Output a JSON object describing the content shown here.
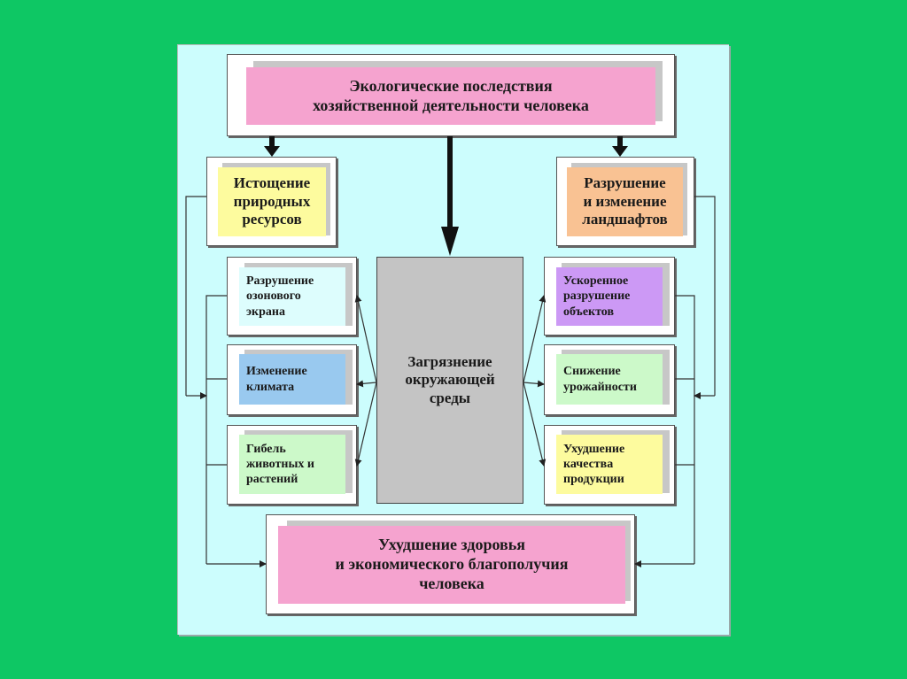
{
  "colors": {
    "background": "#0ec764",
    "panel": "#ccfdfd",
    "pink": "#f5a3cf",
    "yellow": "#fdfb9e",
    "orange": "#f9c293",
    "light_cyan": "#ddfdfd",
    "blue": "#99c9ef",
    "light_green": "#ccf9c9",
    "purple": "#cc99f5",
    "gray": "#c4c4c4"
  },
  "diagram": {
    "title": "Экологические последствия\nхозяйственной деятельности человека",
    "left_top": "Истощение\nприродных\nресурсов",
    "right_top": "Разрушение\nи изменение\nландшафтов",
    "center": "Загрязнение\nокружающей\nсреды",
    "left_items": [
      "Разрушение\nозонового\nэкрана",
      "Изменение\nклимата",
      "Гибель\nживотных и\nрастений"
    ],
    "right_items": [
      "Ускоренное\nразрушение\nобъектов",
      "Снижение\nурожайности",
      "Ухудшение\nкачества\nпродукции"
    ],
    "bottom": "Ухудшение здоровья\nи экономического благополучия\nчеловека"
  }
}
